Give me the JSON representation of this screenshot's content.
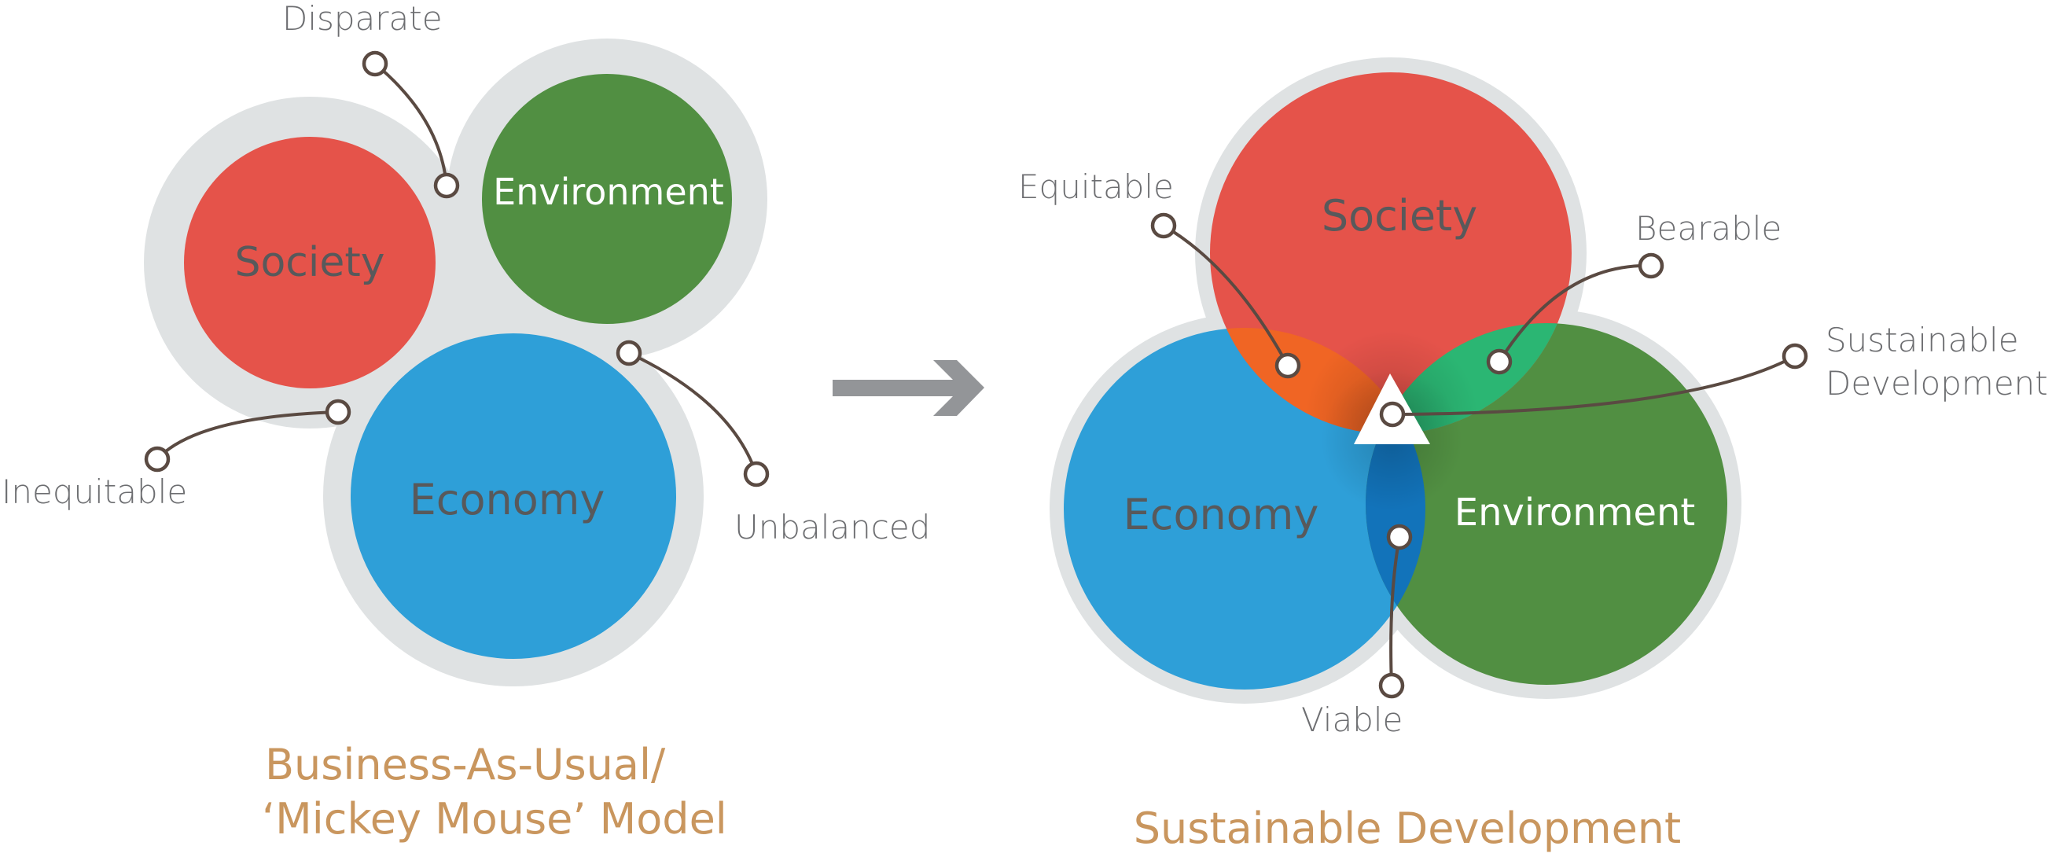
{
  "colors": {
    "society": "#e5534a",
    "economy": "#2e9fd8",
    "environment": "#518f42",
    "halo": "#dfe2e3",
    "overlap_society_economy": "#f06524",
    "overlap_society_environment": "#2bb673",
    "overlap_economy_environment": "#1273ba",
    "arrow": "#939598",
    "connector": "#5a4a42",
    "label_text": "#6d6e71",
    "title_text": "#c9965e"
  },
  "left_model": {
    "title_line1": "Business-As-Usual/",
    "title_line2": "‘Mickey Mouse’ Model",
    "circles": {
      "society": "Society",
      "environment": "Environment",
      "economy": "Economy"
    },
    "annotations": {
      "disparate": "Disparate",
      "inequitable": "Inequitable",
      "unbalanced": "Unbalanced"
    }
  },
  "transition_arrow": "right-arrow-icon",
  "right_model": {
    "title": "Sustainable Development",
    "circles": {
      "society": "Society",
      "economy": "Economy",
      "environment": "Environment"
    },
    "annotations": {
      "equitable": "Equitable",
      "bearable": "Bearable",
      "sustainable_line1": "Sustainable",
      "sustainable_line2": "Development",
      "viable": "Viable"
    }
  }
}
